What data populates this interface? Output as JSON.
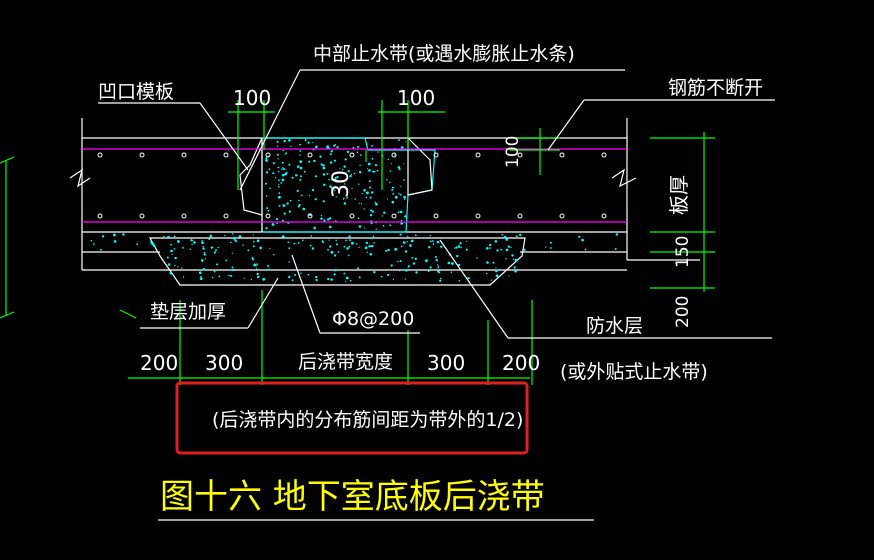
{
  "annotations": {
    "middle_waterstop": "中部止水带(或遇水膨胀止水条)",
    "recess_formwork": "凹口模板",
    "rebar_continuous": "钢筋不断开",
    "slab_thickness": "板厚",
    "cushion_thicken": "垫层加厚",
    "rebar_spec": "Φ8@200",
    "waterproof_layer": "防水层",
    "external_waterstop": "(或外贴式止水带)",
    "post_pour_width": "后浇带宽度",
    "note_distribution_rebar": "(后浇带内的分布筋间距为带外的1/2)",
    "figure_title": "图十六  地下室底板后浇带"
  },
  "dimensions": {
    "d100_left": "100",
    "d100_right": "100",
    "d100_vertical": "100",
    "d30": "30",
    "d150": "150",
    "d200_vertical": "200",
    "d200_left": "200",
    "d300_left": "300",
    "d300_right": "300",
    "d200_right": "200"
  },
  "colors": {
    "background": "#000000",
    "lines": "#ffffff",
    "dimension": "#00ff00",
    "rebar": "#ff00ff",
    "concrete_hatch": "#00ffff",
    "title": "#ffff00",
    "highlight_box": "#e02020"
  }
}
